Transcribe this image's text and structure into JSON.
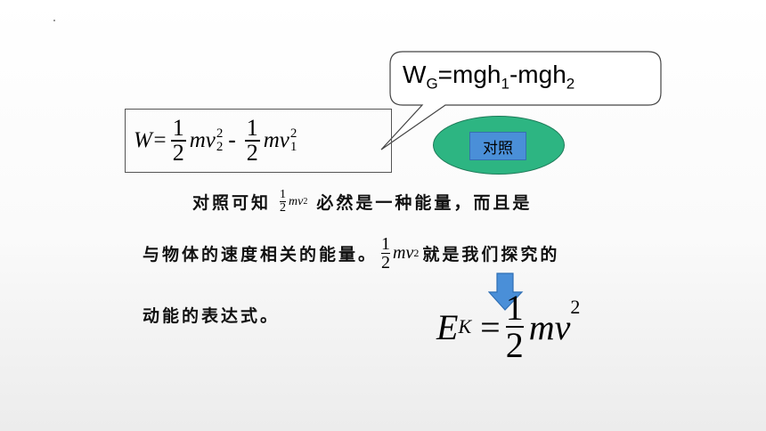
{
  "bubble": {
    "w": "W",
    "g": "G",
    "eq_mgh": "=mgh",
    "sub1": "1",
    "minus_mgh": "-mgh",
    "sub2": "2"
  },
  "formula": {
    "w_eq": "W=",
    "half_num": "1",
    "half_den": "2",
    "mv": "mv",
    "sup2": "2",
    "sub_2": "2",
    "minus": "-",
    "sub_1": "1"
  },
  "compare_label": "对照",
  "paragraph": {
    "line1_start": "对照可知",
    "line1_end": "必然是一种能量，而且是",
    "line2_start": "与物体的速度相关的能量。",
    "line2_end": "就是我们探究的",
    "line3": "动能的表达式。",
    "frac_num": "1",
    "frac_den": "2",
    "mv": "mv",
    "sq": "2"
  },
  "kinetic": {
    "e": "E",
    "k": "K",
    "eq": " =",
    "num": "1",
    "den": "2",
    "mv": "mv",
    "sq": "2"
  },
  "colors": {
    "ellipse": "#2db582",
    "label_bg": "#4a8fd8",
    "arrow": "#4a8fd8"
  }
}
